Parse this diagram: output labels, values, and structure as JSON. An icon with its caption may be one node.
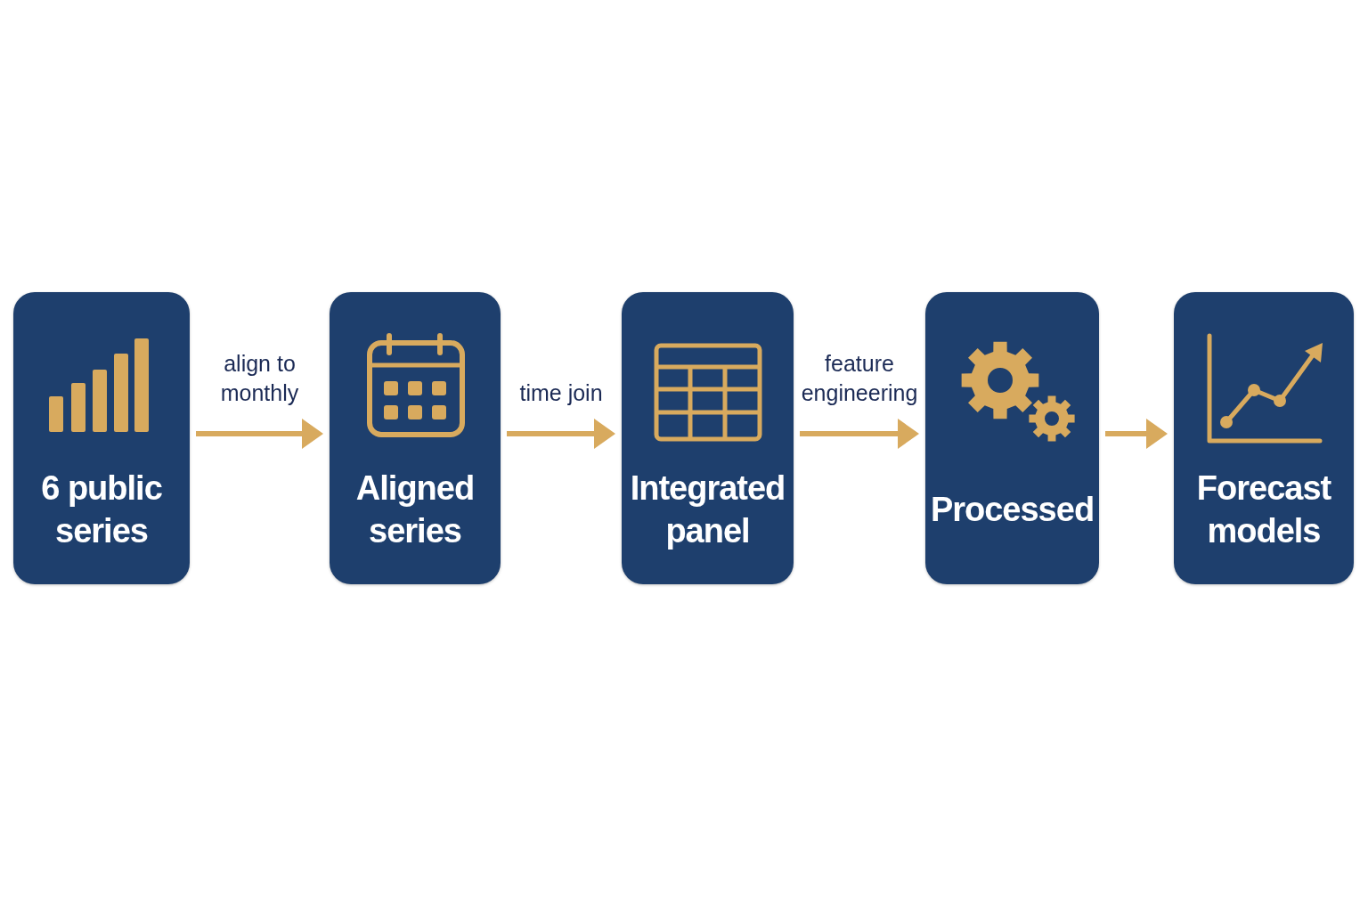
{
  "diagram": {
    "nodes": [
      {
        "text": [
          "6 public series"
        ]
      },
      {
        "text": [
          "Aligned series"
        ]
      },
      {
        "text": [
          "Integrated panel"
        ]
      },
      {
        "text": [
          "Processed"
        ]
      },
      {
        "text": [
          "Forecast models"
        ]
      }
    ],
    "edges": [
      {
        "from": 0,
        "to": 1,
        "arrow": "to",
        "label": "align to monthly"
      },
      {
        "from": 1,
        "to": 2,
        "arrow": "to",
        "label": "time join"
      },
      {
        "from": 2,
        "to": 3,
        "arrow": "to",
        "label": "feature engineering"
      },
      {
        "from": 3,
        "to": 4,
        "arrow": "to"
      }
    ]
  }
}
